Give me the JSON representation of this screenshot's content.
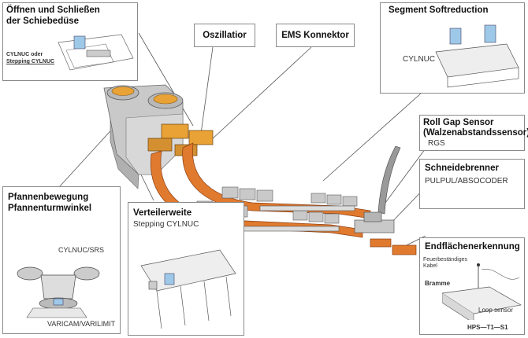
{
  "callouts": {
    "schiebeduese": {
      "title_line1": "Öffnen und Schließen",
      "title_line2": "der Schiebedüse",
      "detail_line1": "CYLNUC oder",
      "detail_line2": "Stepping CYLNUC"
    },
    "oszillator": {
      "title": "Oszillatior"
    },
    "ems": {
      "title": "EMS Konnektor"
    },
    "segment": {
      "title": "Segment Softreduction",
      "detail": "CYLNUC"
    },
    "rollgap": {
      "title_line1": "Roll Gap Sensor",
      "title_line2": "(Walzenabstandssensor)",
      "detail": "RGS"
    },
    "schneide": {
      "title": "Schneidebrenner",
      "detail": "PULPUL/ABSOCODER"
    },
    "endflaechen": {
      "title": "Endflächenerkennung",
      "cable_line1": "Feuerbeständiges",
      "cable_line2": "Kabel",
      "bramme": "Bramme",
      "loop": "Loop sensor",
      "model": "HPS—T1—S1"
    },
    "pfannen": {
      "title_line1": "Pfannenbewegung",
      "title_line2": "Pfannenturmwinkel",
      "detail1": "CYLNUC/SRS",
      "detail2": "VARICAM/VARILIMIT"
    },
    "verteiler": {
      "title": "Verteilerweite",
      "detail": "Stepping CYLNUC"
    }
  },
  "colors": {
    "strand_orange": "#e07a2e",
    "strand_dark": "#b8521c",
    "machine_gray": "#c9c9c9",
    "machine_dark": "#8c8c8c",
    "border": "#8a8a8a",
    "leader": "#555555"
  }
}
